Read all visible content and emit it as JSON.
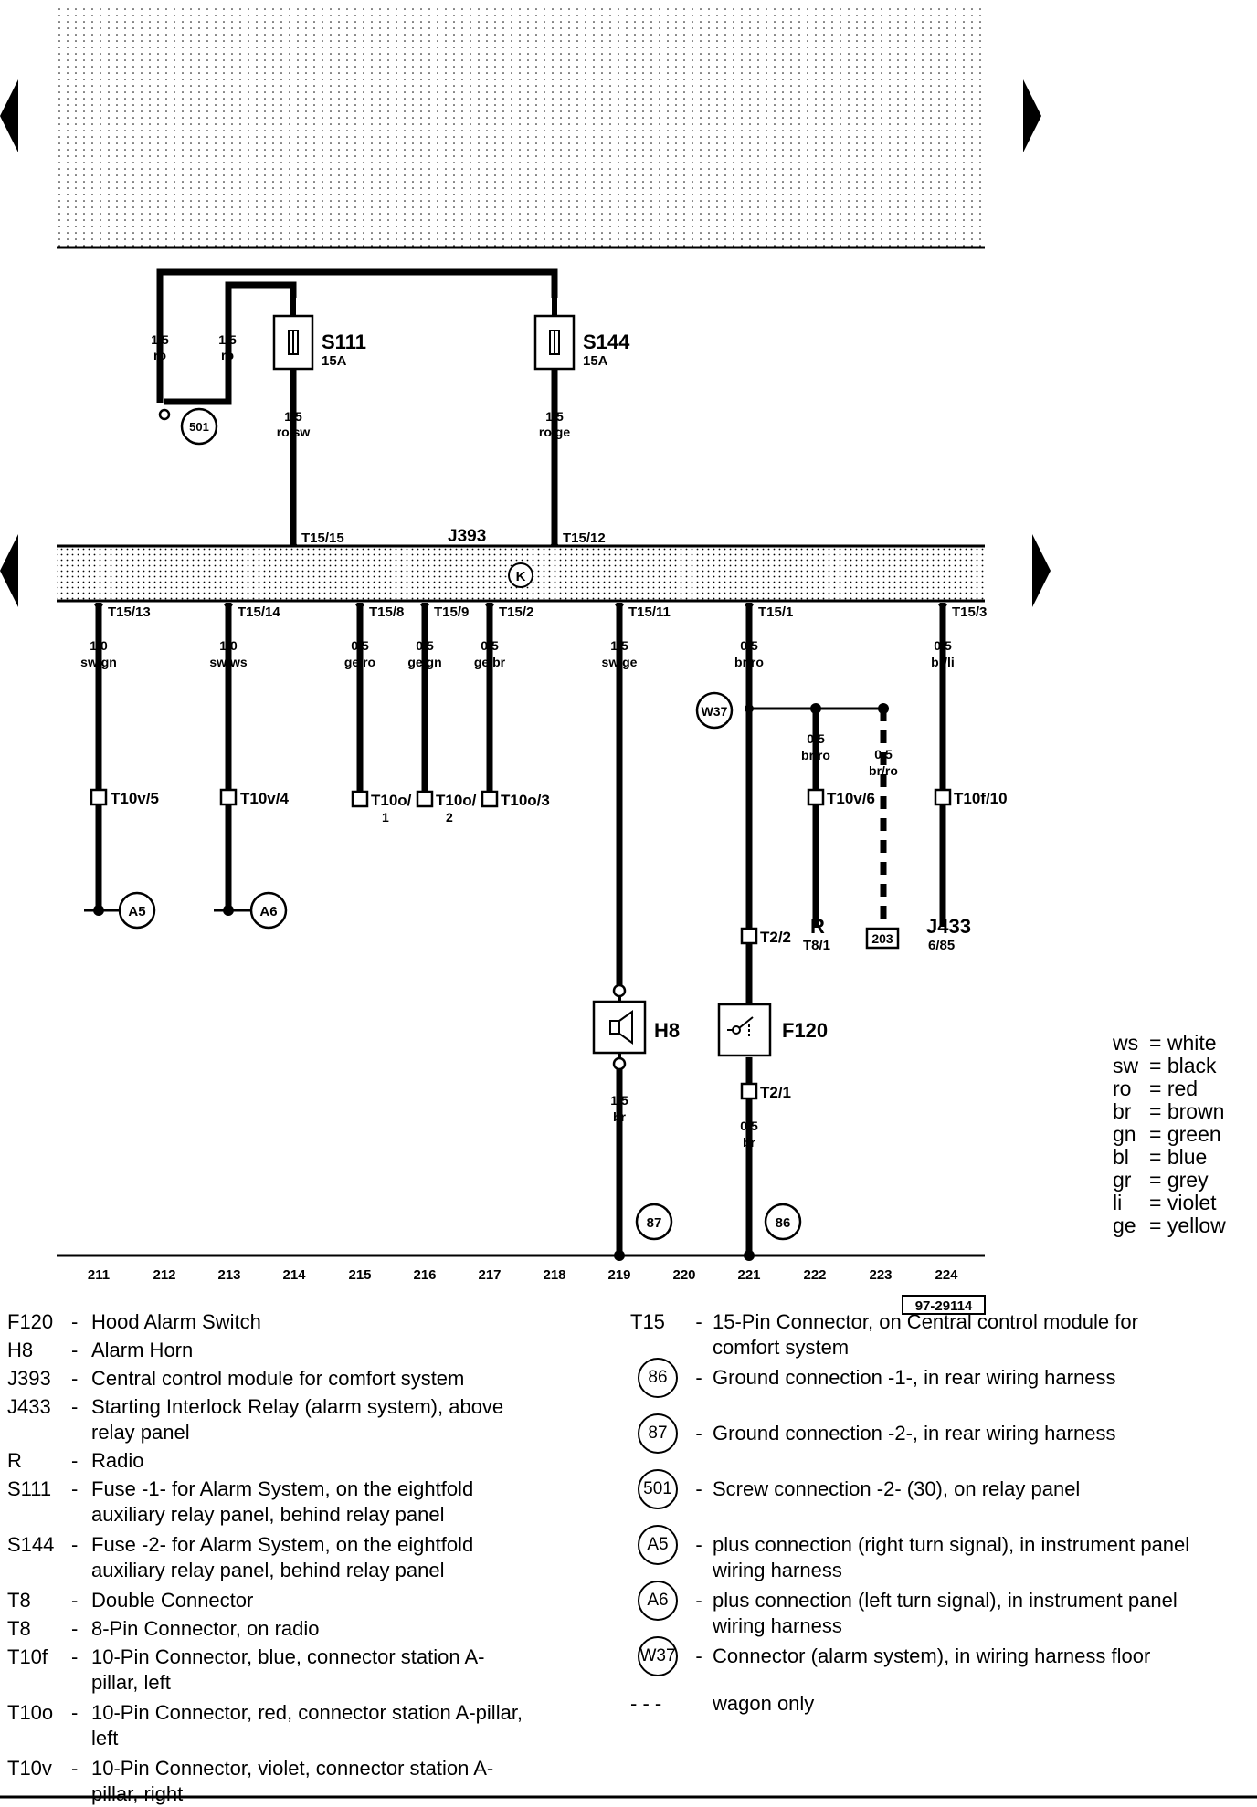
{
  "diagram": {
    "module_label": "J393",
    "module_symbol": "K",
    "fuses": [
      {
        "id": "S111",
        "rating": "15A"
      },
      {
        "id": "S144",
        "rating": "15A"
      }
    ],
    "feed_wires": [
      {
        "gauge": "1,5",
        "color": "ro"
      },
      {
        "gauge": "1,5",
        "color": "ro"
      },
      {
        "gauge": "1,5",
        "color": "ro/sw"
      },
      {
        "gauge": "1,5",
        "color": "ro/ge"
      }
    ],
    "screw_connection": "501",
    "top_pins": [
      "T15/15",
      "T15/12"
    ],
    "bottom_pins": [
      "T15/13",
      "T15/14",
      "T15/8",
      "T15/9",
      "T15/2",
      "T15/11",
      "T15/1",
      "T15/3"
    ],
    "wires": [
      {
        "gauge": "1,0",
        "color": "sw/gn"
      },
      {
        "gauge": "1,0",
        "color": "sw/ws"
      },
      {
        "gauge": "0,5",
        "color": "ge/ro"
      },
      {
        "gauge": "0,5",
        "color": "ge/gn"
      },
      {
        "gauge": "0,5",
        "color": "ge/br"
      },
      {
        "gauge": "1,5",
        "color": "sw/ge"
      },
      {
        "gauge": "0,5",
        "color": "br/ro"
      },
      {
        "gauge": "0,5",
        "color": "br/li"
      },
      {
        "gauge": "0,5",
        "color": "br/ro"
      },
      {
        "gauge": "0,5",
        "color": "br/ro"
      },
      {
        "gauge": "1,5",
        "color": "br"
      },
      {
        "gauge": "0,5",
        "color": "br"
      }
    ],
    "connectors": [
      "T10v/5",
      "T10v/4",
      "T10o/",
      "1",
      "T10o/",
      "2",
      "T10o/3",
      "T10v/6",
      "T10f/10",
      "T2/2",
      "T2/1"
    ],
    "plus_connections": [
      "A5",
      "A6"
    ],
    "w37": "W37",
    "components": {
      "radio": "R",
      "radio_pin": "T8/1",
      "box_ref": "203",
      "relay": "J433",
      "relay_pin": "6/85",
      "horn": "H8",
      "switch": "F120"
    },
    "grounds": [
      "87",
      "86"
    ],
    "tracks": [
      "211",
      "212",
      "213",
      "214",
      "215",
      "216",
      "217",
      "218",
      "219",
      "220",
      "221",
      "222",
      "223",
      "224"
    ],
    "ref_code": "97-29114"
  },
  "color_key": [
    {
      "code": "ws",
      "name": "white"
    },
    {
      "code": "sw",
      "name": "black"
    },
    {
      "code": "ro",
      "name": "red"
    },
    {
      "code": "br",
      "name": "brown"
    },
    {
      "code": "gn",
      "name": "green"
    },
    {
      "code": "bl",
      "name": "blue"
    },
    {
      "code": "gr",
      "name": "grey"
    },
    {
      "code": "li",
      "name": "violet"
    },
    {
      "code": "ge",
      "name": "yellow"
    }
  ],
  "legend_left": [
    {
      "code": "F120",
      "desc": "Hood Alarm Switch"
    },
    {
      "code": "H8",
      "desc": "Alarm Horn"
    },
    {
      "code": "J393",
      "desc": "Central control module for comfort system"
    },
    {
      "code": "J433",
      "desc": "Starting Interlock Relay (alarm system), above relay panel"
    },
    {
      "code": "R",
      "desc": "Radio"
    },
    {
      "code": "S111",
      "desc": "Fuse -1- for Alarm System, on the eightfold auxiliary relay panel, behind relay panel"
    },
    {
      "code": "S144",
      "desc": "Fuse -2- for Alarm System, on the eightfold auxiliary relay panel, behind relay panel"
    },
    {
      "code": "T8",
      "desc": "Double Connector"
    },
    {
      "code": "T8",
      "desc": "8-Pin Connector, on radio"
    },
    {
      "code": "T10f",
      "desc": "10-Pin Connector, blue, connector station A-pillar, left"
    },
    {
      "code": "T10o",
      "desc": "10-Pin Connector, red, connector station A-pillar, left"
    },
    {
      "code": "T10v",
      "desc": "10-Pin Connector, violet, connector station A-pillar, right"
    }
  ],
  "legend_right": [
    {
      "symbol": "T15",
      "desc": "15-Pin Connector, on Central control module for comfort system"
    },
    {
      "symbol": "86",
      "desc": "Ground connection -1-, in rear wiring harness"
    },
    {
      "symbol": "87",
      "desc": "Ground connection -2-, in rear wiring harness"
    },
    {
      "symbol": "501",
      "desc": "Screw connection -2- (30), on relay panel"
    },
    {
      "symbol": "A5",
      "desc": "plus connection (right turn signal), in instrument panel wiring harness"
    },
    {
      "symbol": "A6",
      "desc": "plus connection (left turn signal), in instrument panel wiring harness"
    },
    {
      "symbol": "W37",
      "desc": "Connector (alarm system), in wiring harness floor"
    },
    {
      "symbol": "- - -",
      "desc": "wagon only"
    }
  ]
}
